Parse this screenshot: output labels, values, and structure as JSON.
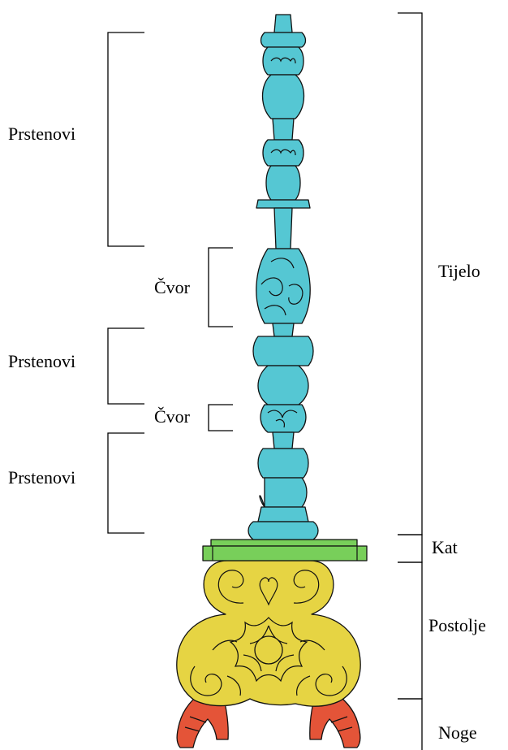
{
  "labels": {
    "rings_1": "Prstenovi",
    "node_1": "Čvor",
    "rings_2": "Prstenovi",
    "node_2": "Čvor",
    "rings_3": "Prstenovi",
    "body": "Tijelo",
    "tier": "Kat",
    "pedestal": "Postolje",
    "feet": "Noge"
  },
  "colors": {
    "body": "#55c7d3",
    "tier": "#78cf5a",
    "pedestal": "#e6d443",
    "feet": "#e45438",
    "outline": "#111111"
  }
}
